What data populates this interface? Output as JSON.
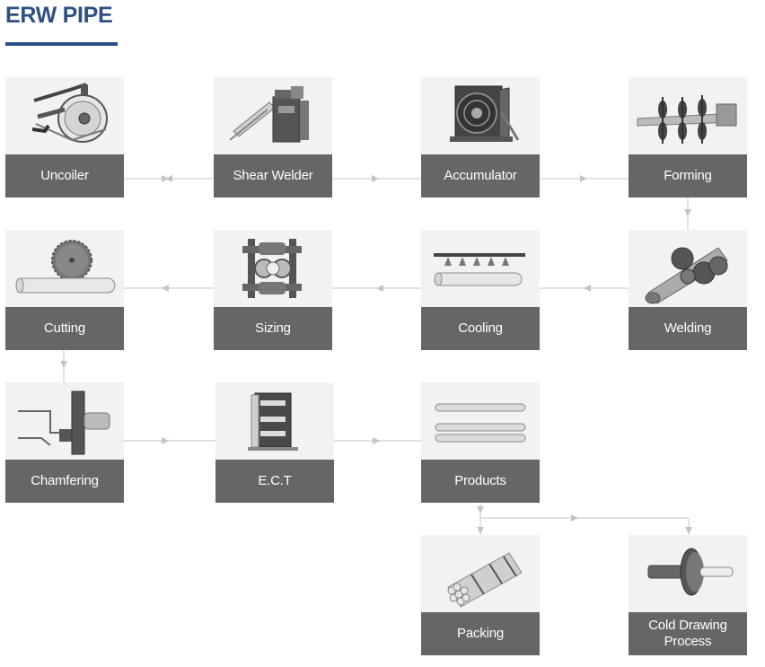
{
  "header": {
    "title": "ERW PIPE"
  },
  "steps": {
    "uncoiler": {
      "label": "Uncoiler",
      "icon": "uncoiler-icon"
    },
    "shear_welder": {
      "label": "Shear Welder",
      "icon": "shear-welder-icon"
    },
    "accumulator": {
      "label": "Accumulator",
      "icon": "accumulator-icon"
    },
    "forming": {
      "label": "Forming",
      "icon": "forming-rolls-icon"
    },
    "welding": {
      "label": "Welding",
      "icon": "welding-icon"
    },
    "cooling": {
      "label": "Cooling",
      "icon": "cooling-spray-icon"
    },
    "sizing": {
      "label": "Sizing",
      "icon": "sizing-rolls-icon"
    },
    "cutting": {
      "label": "Cutting",
      "icon": "saw-blade-icon"
    },
    "chamfering": {
      "label": "Chamfering",
      "icon": "chamfering-icon"
    },
    "ect": {
      "label": "E.C.T",
      "icon": "eddy-current-tester-icon"
    },
    "products": {
      "label": "Products",
      "icon": "pipes-icon"
    },
    "packing": {
      "label": "Packing",
      "icon": "pipe-bundle-icon"
    },
    "cold_drawing": {
      "label": "Cold Drawing\nProcess",
      "icon": "cold-drawing-icon"
    }
  },
  "colors": {
    "title": "#2d4f86",
    "label_background": "#666666",
    "image_background": "#f2f2f2",
    "connector": "#c8c8c8"
  }
}
